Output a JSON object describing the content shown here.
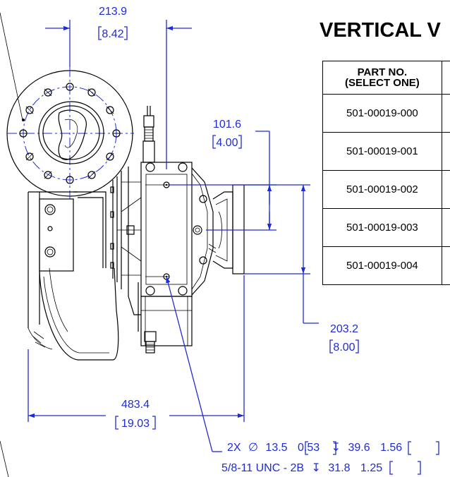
{
  "title": "VERTICAL V",
  "parts_table": {
    "header_line1": "PART NO.",
    "header_line2": "(SELECT ONE)",
    "rows": [
      "501-00019-000",
      "501-00019-001",
      "501-00019-002",
      "501-00019-003",
      "501-00019-004"
    ]
  },
  "dimensions": {
    "top_width": {
      "mm": "213.9",
      "in": "8.42"
    },
    "flange_height": {
      "mm": "101.6",
      "in": "4.00"
    },
    "outlet_height": {
      "mm": "203.2",
      "in": "8.00"
    },
    "overall_width": {
      "mm": "483.4",
      "in": "19.03"
    }
  },
  "callout": {
    "line1": {
      "count": "2X",
      "dia_symbol": "∅",
      "dia_mm": "13.5",
      "dia_in": "0.53",
      "depth_symbol": "↧",
      "depth_mm": "39.6",
      "depth_in": "1.56"
    },
    "line2": {
      "thread": "5/8-11 UNC - 2B",
      "depth_symbol": "↧",
      "depth_mm": "31.8",
      "depth_in": "1.25"
    }
  },
  "colors": {
    "dimension": "#1f2bd6",
    "linework": "#000000"
  }
}
